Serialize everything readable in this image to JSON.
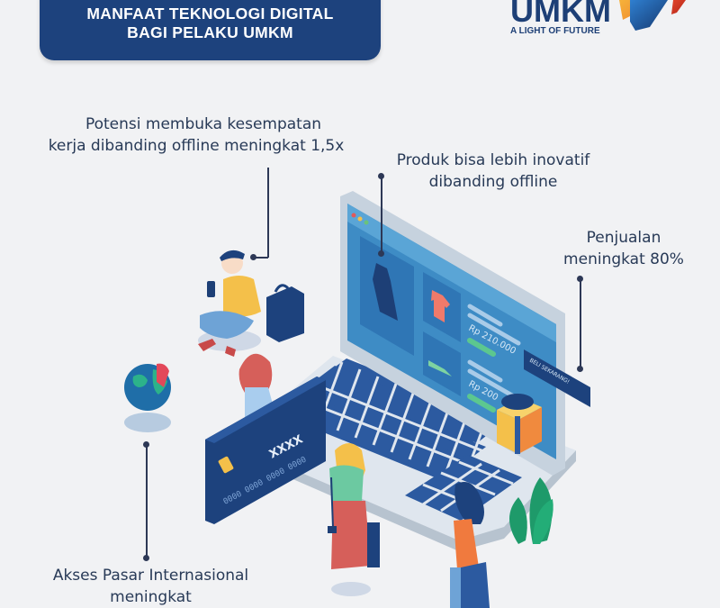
{
  "header": {
    "title_line1": "MANFAAT TEKNOLOGI DIGITAL",
    "title_line2": "BAGI PELAKU UMKM"
  },
  "brand": {
    "name": "UMKM",
    "tagline": "A LIGHT OF FUTURE"
  },
  "benefits": [
    {
      "line1": "Potensi membuka kesempatan",
      "line2": "kerja dibanding offline meningkat 1,5x"
    },
    {
      "line1": "Produk bisa lebih inovatif",
      "line2": "dibanding offline"
    },
    {
      "line1": "Penjualan",
      "line2": "meningkat 80%"
    },
    {
      "line1": "Akses Pasar Internasional",
      "line2": "meningkat"
    }
  ],
  "illustration": {
    "price_1": "Rp 210.000",
    "price_2": "Rp 200",
    "buy_button": "BELI SEKARANG!",
    "card_masked": "XXXX",
    "card_number": "0000 0000 0000 0000"
  },
  "colors": {
    "primary_navy": "#1d427d",
    "background": "#f1f2f4",
    "text": "#283a57",
    "accent_yellow": "#f4c04a",
    "accent_orange": "#f08a3e",
    "accent_red": "#e0604f",
    "accent_green": "#1e9a6a"
  }
}
